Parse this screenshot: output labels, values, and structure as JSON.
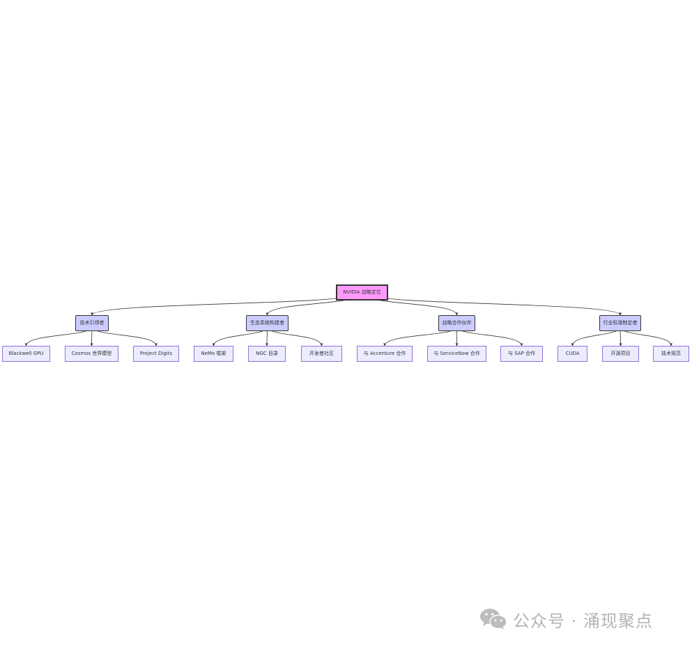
{
  "diagram": {
    "root": "NVIDIA 战略定位",
    "groups": [
      {
        "label": "技术引领者",
        "children": [
          "Blackwell GPU",
          "Cosmos 世界模型",
          "Project Digits"
        ]
      },
      {
        "label": "生态系统构建者",
        "children": [
          "NeMo 框架",
          "NGC 目录",
          "开发者社区"
        ]
      },
      {
        "label": "战略合作伙伴",
        "children": [
          "与 Accenture 合作",
          "与 ServiceNow 合作",
          "与 SAP 合作"
        ]
      },
      {
        "label": "行业标准制定者",
        "children": [
          "CUDA",
          "开源项目",
          "技术规范"
        ]
      }
    ]
  },
  "watermark": {
    "icon": "wechat-icon",
    "text": "公众号 · 涌现聚点"
  },
  "colors": {
    "root_fill": "#ff99ff",
    "mid_fill": "#ccccff",
    "leaf_fill": "#ececff",
    "leaf_border": "#9370db",
    "edge": "#333333"
  }
}
